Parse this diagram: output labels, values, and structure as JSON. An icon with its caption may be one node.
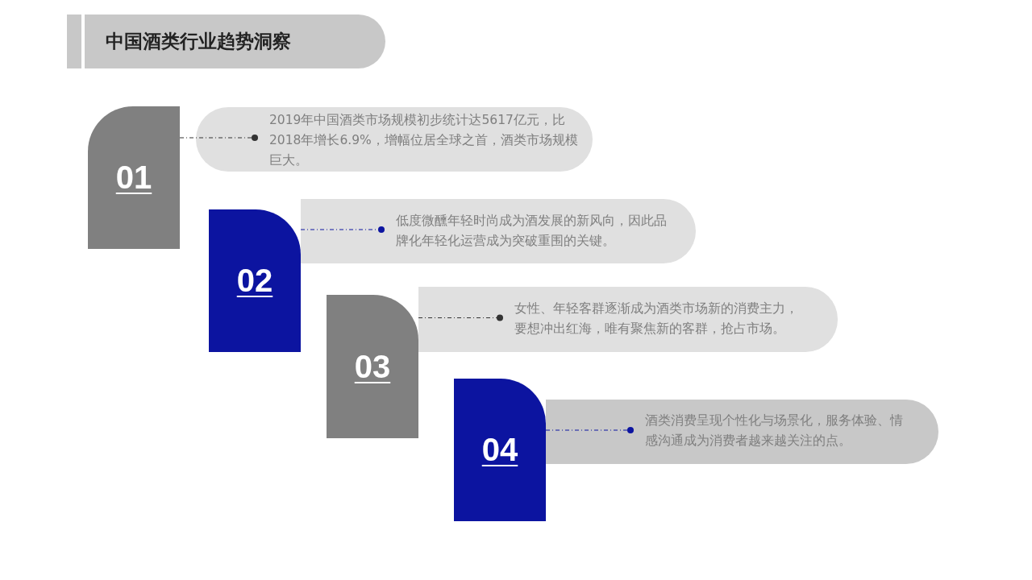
{
  "diagram": {
    "title": "中国酒类行业趋势洞察",
    "nodes": [
      {
        "text": [
          "01"
        ]
      },
      {
        "text": [
          "2019年中国酒类市场规模初步统计达5617亿元，比2018年增长6.9%，增幅位居全球之首，酒类市场规模巨大。"
        ]
      },
      {
        "text": [
          "02"
        ]
      },
      {
        "text": [
          "低度微醺年轻时尚成为酒发展的新风向，因此品牌化年轻化运营成为突破重围的关键。"
        ]
      },
      {
        "text": [
          "03"
        ]
      },
      {
        "text": [
          "女性、年轻客群逐渐成为酒类市场新的消费主力，要想冲出红海，唯有聚焦新的客群，抢占市场。"
        ]
      },
      {
        "text": [
          "04"
        ]
      },
      {
        "text": [
          "酒类消费呈现个性化与场景化，服务体验、情感沟通成为消费者越来越关注的点。"
        ]
      }
    ],
    "edges": [
      {
        "from": 0,
        "to": 1,
        "arrow": "other",
        "style": "dashed",
        "color": "#333333"
      },
      {
        "from": 2,
        "to": 3,
        "arrow": "other",
        "style": "dashed",
        "color": "#0c14a0"
      },
      {
        "from": 4,
        "to": 5,
        "arrow": "other",
        "style": "dashed",
        "color": "#333333"
      },
      {
        "from": 6,
        "to": 7,
        "arrow": "other",
        "style": "dashed",
        "color": "#0c14a0"
      }
    ]
  }
}
